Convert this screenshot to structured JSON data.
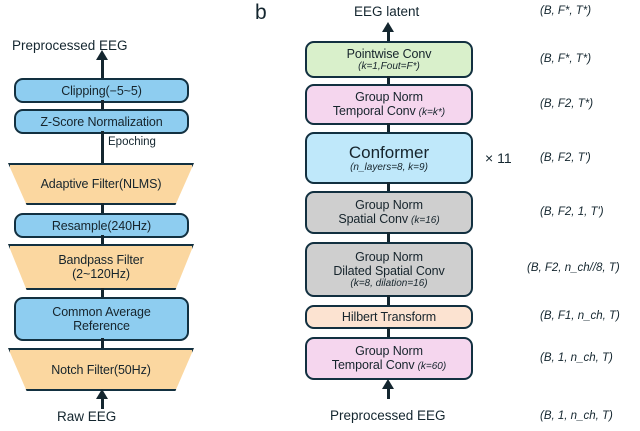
{
  "panels": {
    "a": {
      "top_label": "Preprocessed EEG",
      "bottom_label": "Raw EEG",
      "edge_label": "Epoching",
      "steps": [
        {
          "name": "clipping",
          "label": "Clipping(−5~5)",
          "sub": "",
          "shape": "rect",
          "color": "#8ecdf0"
        },
        {
          "name": "zscore",
          "label": "Z-Score Normalization",
          "sub": "",
          "shape": "rect",
          "color": "#8ecdf0"
        },
        {
          "name": "adaptive",
          "label": "Adaptive Filter(NLMS)",
          "sub": "",
          "shape": "trap",
          "color": "#fbd7a0"
        },
        {
          "name": "resample",
          "label": "Resample(240Hz)",
          "sub": "",
          "shape": "rect",
          "color": "#8ecdf0"
        },
        {
          "name": "bandpass",
          "label": "Bandpass Filter",
          "sub": "(2~120Hz)",
          "shape": "trap",
          "color": "#fbd7a0"
        },
        {
          "name": "car",
          "label": "Common Average",
          "sub": "Reference",
          "shape": "rect",
          "color": "#8ecdf0"
        },
        {
          "name": "notch",
          "label": "Notch Filter(50Hz)",
          "sub": "",
          "shape": "trap",
          "color": "#fbd7a0"
        }
      ]
    },
    "b": {
      "letter": "b",
      "top_label": "EEG latent",
      "bottom_label": "Preprocessed EEG",
      "repeat_marker": "× 11",
      "top_shape": "(B, F*, T*)",
      "bottom_shape": "(B, 1, n_ch, T)",
      "blocks": [
        {
          "name": "pointwise-conv",
          "line1": "Pointwise Conv",
          "line2": "",
          "sub": "(k=1,Fout=F*)",
          "shape_ann": "(B, F*, T*)",
          "color": "#d9f0cb",
          "big": false
        },
        {
          "name": "groupnorm-temporal-conv-kstar",
          "line1": "Group Norm",
          "line2": "Temporal Conv",
          "sub": "(k=k*)",
          "shape_ann": "(B, F2, T*)",
          "color": "#f5d6ee",
          "big": false,
          "inline_sub": true
        },
        {
          "name": "conformer",
          "line1": "Conformer",
          "line2": "",
          "sub": "(n_layers=8, k=9)",
          "shape_ann": "(B, F2, T')",
          "color": "#bfe8fa",
          "big": true
        },
        {
          "name": "groupnorm-spatial-conv",
          "line1": "Group Norm",
          "line2": "Spatial Conv",
          "sub": "(k=16)",
          "shape_ann": "(B, F2, 1, T')",
          "color": "#cfcfcf",
          "big": false,
          "inline_sub": true
        },
        {
          "name": "groupnorm-dilated-spatial-conv",
          "line1": "Group Norm",
          "line2": "Dilated Spatial Conv",
          "sub": "(k=8, dilation=16)",
          "shape_ann": "(B, F2, n_ch//8, T)",
          "color": "#cfcfcf",
          "big": false
        },
        {
          "name": "hilbert-transform",
          "line1": "Hilbert Transform",
          "line2": "",
          "sub": "",
          "shape_ann": "(B, F1, n_ch, T)",
          "color": "#fce3d1",
          "big": false
        },
        {
          "name": "groupnorm-temporal-conv-k60",
          "line1": "Group Norm",
          "line2": "Temporal Conv",
          "sub": "(k=60)",
          "shape_ann": "(B, 1, n_ch, T)",
          "color": "#f5d6ee",
          "big": false,
          "inline_sub": true
        }
      ]
    }
  },
  "colors": {
    "stroke": "#123040",
    "blue": "#8ecdf0",
    "orange": "#fbd7a0",
    "green": "#d9f0cb",
    "pink": "#f5d6ee",
    "gray": "#cfcfcf",
    "peach": "#fce3d1",
    "ltblue": "#bfe8fa",
    "background": "#ffffff"
  }
}
